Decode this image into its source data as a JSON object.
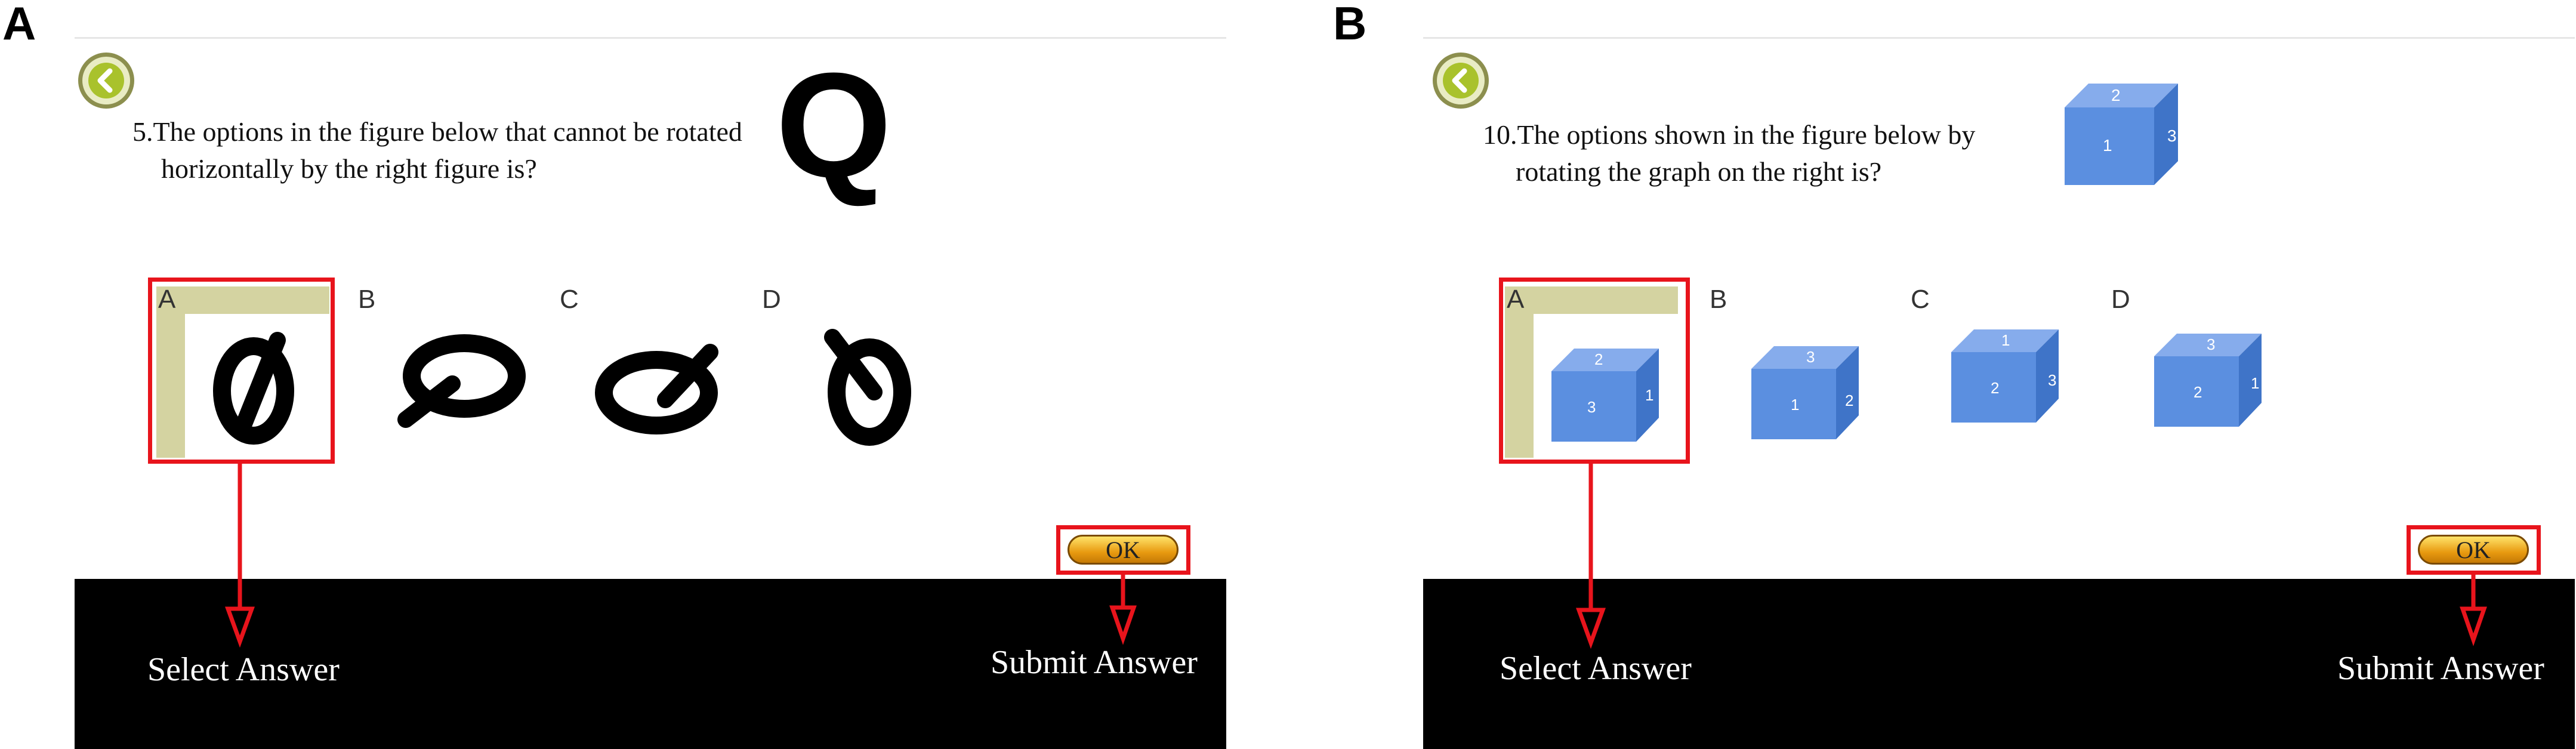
{
  "panels": {
    "a": {
      "label": "A",
      "question_line1": "5.The options in the figure below that cannot be rotated",
      "question_line2": "horizontally by the right figure is?",
      "reference_glyph": "Q",
      "options": [
        "A",
        "B",
        "C",
        "D"
      ],
      "selected_option": "A",
      "ok_label": "OK",
      "select_answer_label": "Select Answer",
      "submit_answer_label": "Submit Answer"
    },
    "b": {
      "label": "B",
      "question_line1": "10.The options shown in the figure below by",
      "question_line2": "rotating the graph on the right is?",
      "reference_cube": {
        "top": "2",
        "front": "1",
        "side": "3"
      },
      "options": [
        "A",
        "B",
        "C",
        "D"
      ],
      "option_cubes": [
        {
          "top": "2",
          "front": "3",
          "side": "1"
        },
        {
          "top": "3",
          "front": "1",
          "side": "2"
        },
        {
          "top": "1",
          "front": "2",
          "side": "3"
        },
        {
          "top": "3",
          "front": "2",
          "side": "1"
        }
      ],
      "selected_option": "A",
      "ok_label": "OK",
      "select_answer_label": "Select Answer",
      "submit_answer_label": "Submit Answer"
    }
  },
  "colors": {
    "highlight": "#e8141c",
    "selection": "#d4d3a1",
    "cube_front": "#5b8fe0",
    "cube_top": "#86acec",
    "cube_side": "#3f74c8",
    "ok_button": "#f0b020"
  },
  "icons": {
    "back": "chevron-left-icon"
  }
}
